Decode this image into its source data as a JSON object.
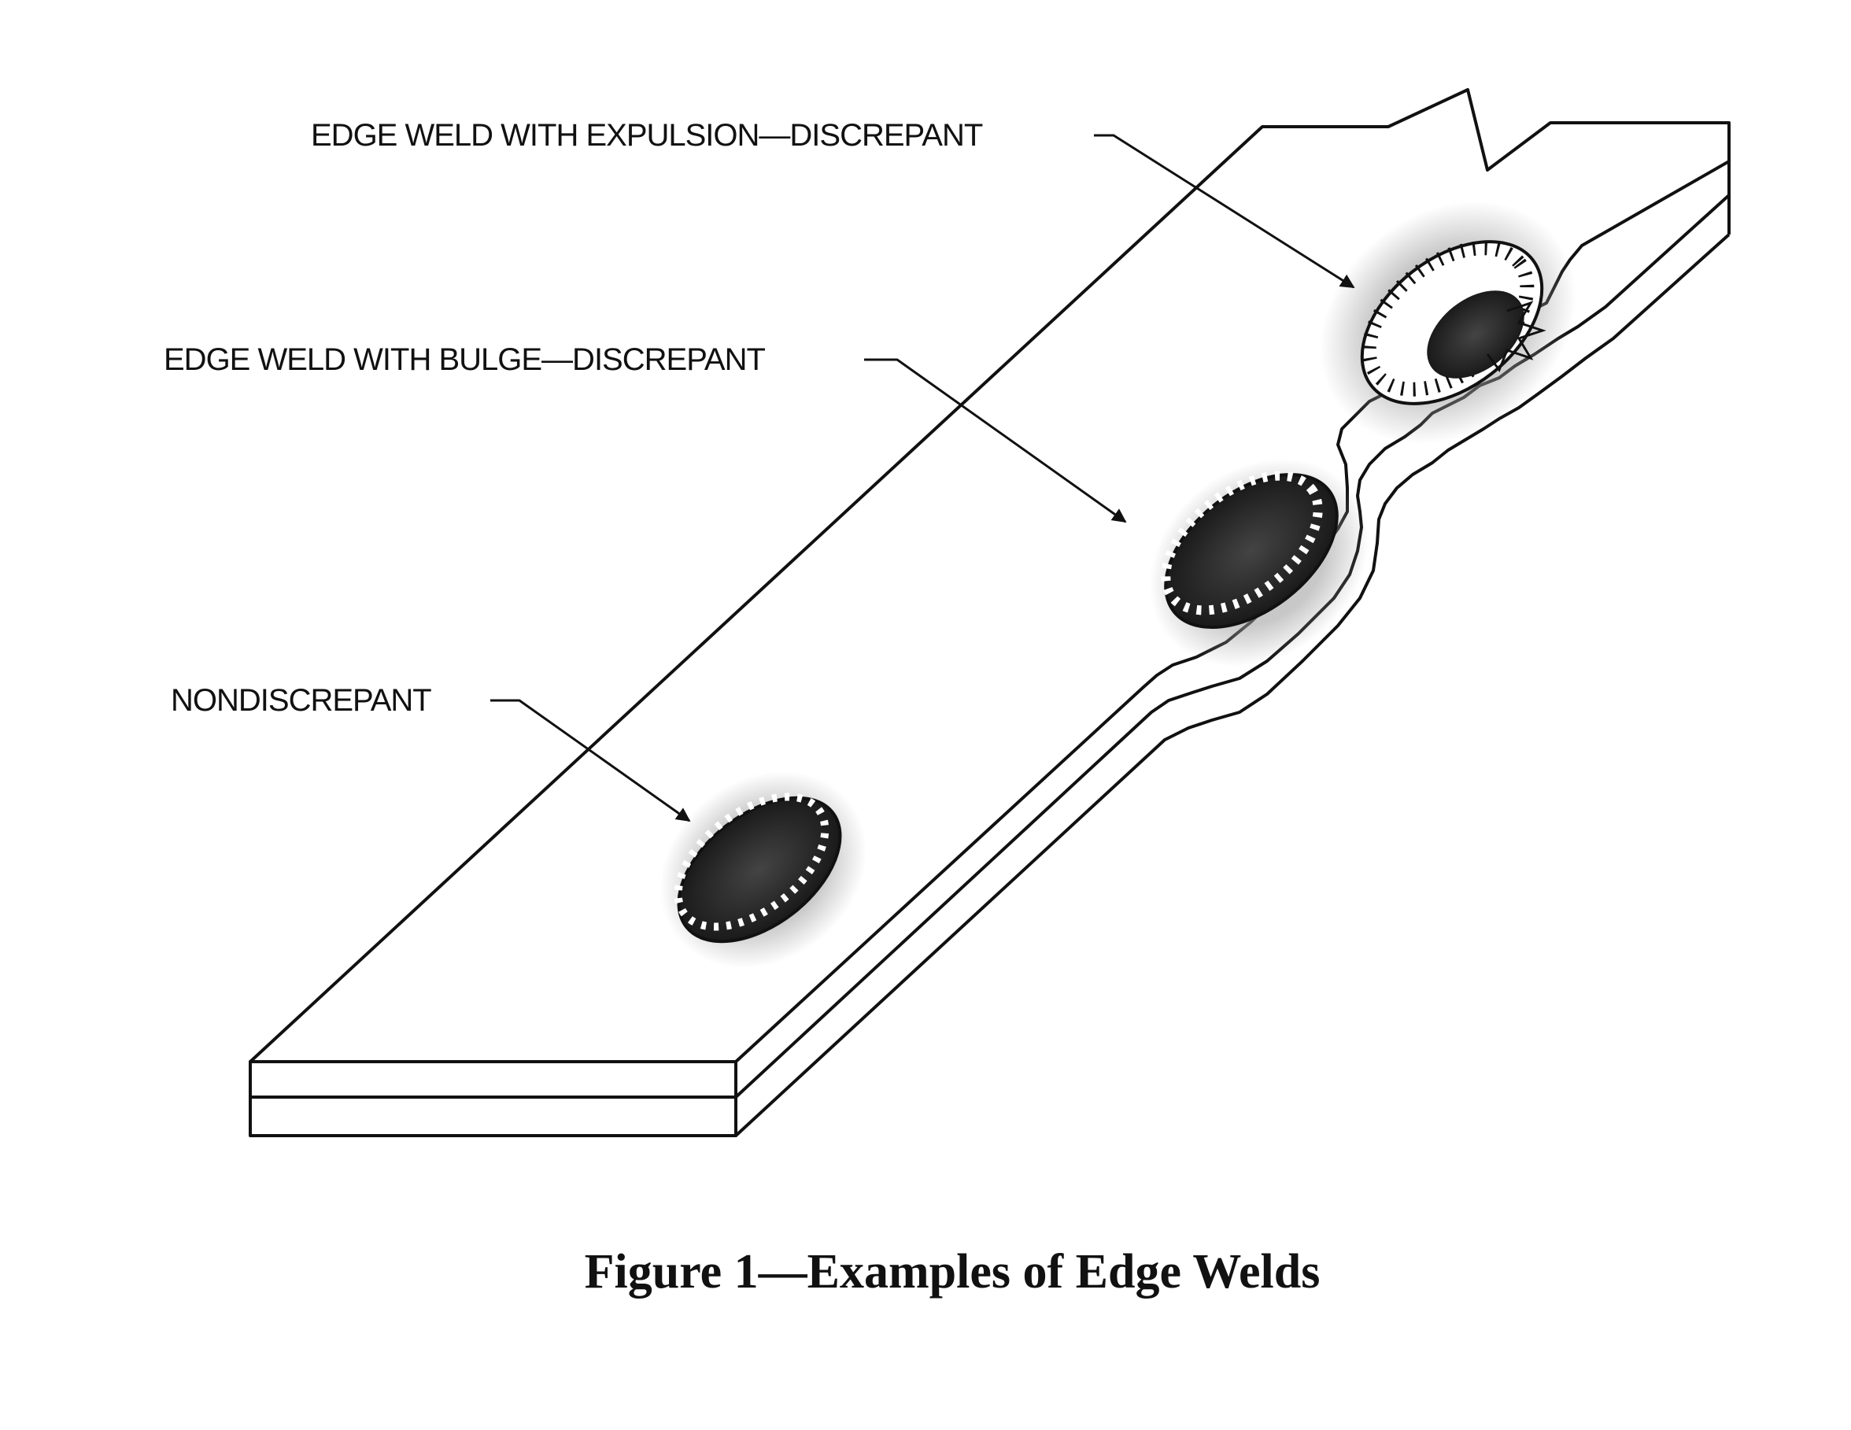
{
  "labels": {
    "expulsion": "EDGE WELD WITH EXPULSION—DISCREPANT",
    "bulge": "EDGE WELD WITH BULGE—DISCREPANT",
    "nondiscrepant": "NONDISCREPANT"
  },
  "caption": "Figure 1—Examples of Edge Welds",
  "colors": {
    "line": "#111111",
    "weld_core": "#2a2a2a",
    "halo": "#9a9a9a",
    "background": "#ffffff"
  }
}
